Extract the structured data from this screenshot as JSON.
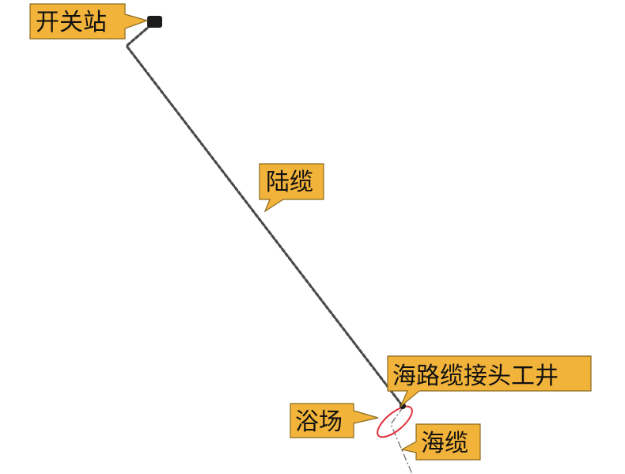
{
  "colors": {
    "callout_fill": "#F2B33A",
    "callout_border": "#8A6A1E",
    "cable_line": "#4A4A4A",
    "sea_cable_line": "#6E6E6E",
    "beach_ellipse": "#E0303A",
    "switch_station": "#1C1C1C"
  },
  "labels": {
    "switch_station": "开关站",
    "land_cable": "陆缆",
    "joint_well": "海路缆接头工井",
    "beach": "浴场",
    "sea_cable": "海缆"
  },
  "icons": {
    "switch_station_marker": "station-block-icon",
    "joint_well_marker": "joint-dot-icon"
  }
}
